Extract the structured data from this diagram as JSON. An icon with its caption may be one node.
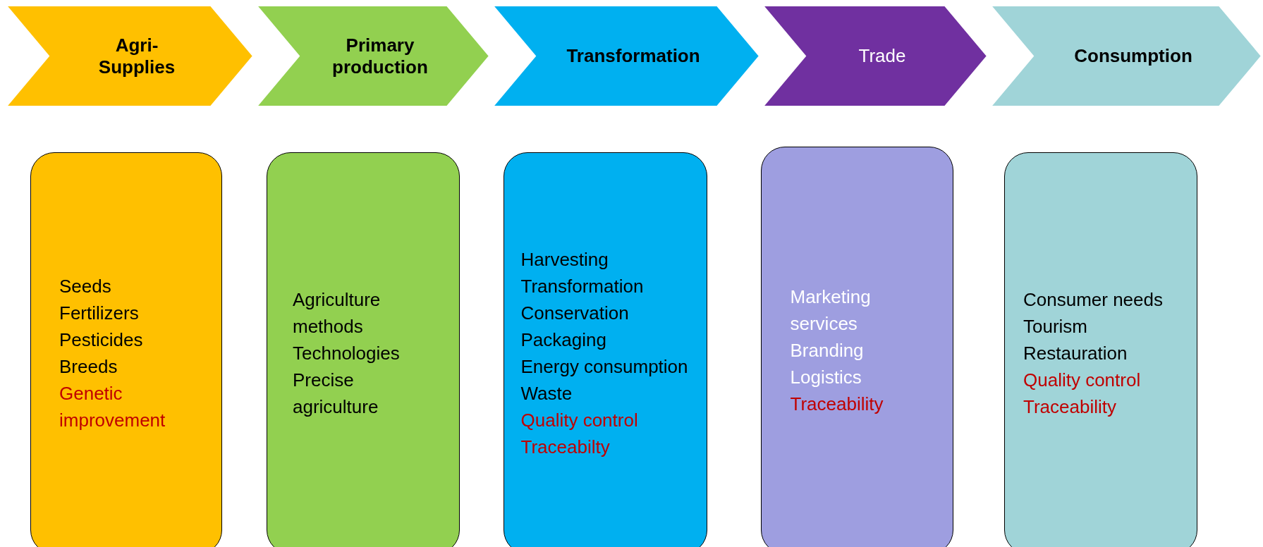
{
  "diagram": {
    "nodes": [
      {
        "text": [
          "Agri-Supplies"
        ]
      },
      {
        "text": [
          "Primary production"
        ]
      },
      {
        "text": [
          "Transformation"
        ]
      },
      {
        "text": [
          "Trade"
        ]
      },
      {
        "text": [
          "Consumption"
        ]
      },
      {
        "text": [
          "Seeds",
          "Fertilizers",
          "Pesticides",
          "Breeds",
          "Genetic improvement"
        ]
      },
      {
        "text": [
          "Agriculture methods",
          "Technologies",
          "Precise agriculture"
        ]
      },
      {
        "text": [
          "Harvesting",
          "Transformation",
          "Conservation",
          "Packaging",
          "Energy consumption",
          "Waste",
          "Quality control",
          "Traceabilty"
        ]
      },
      {
        "text": [
          "Marketing services",
          "Branding",
          "Logistics",
          "Traceability"
        ]
      },
      {
        "text": [
          "Consumer needs",
          "Tourism",
          "Restauration",
          "Quality control",
          "Traceability"
        ]
      }
    ],
    "edges": []
  }
}
